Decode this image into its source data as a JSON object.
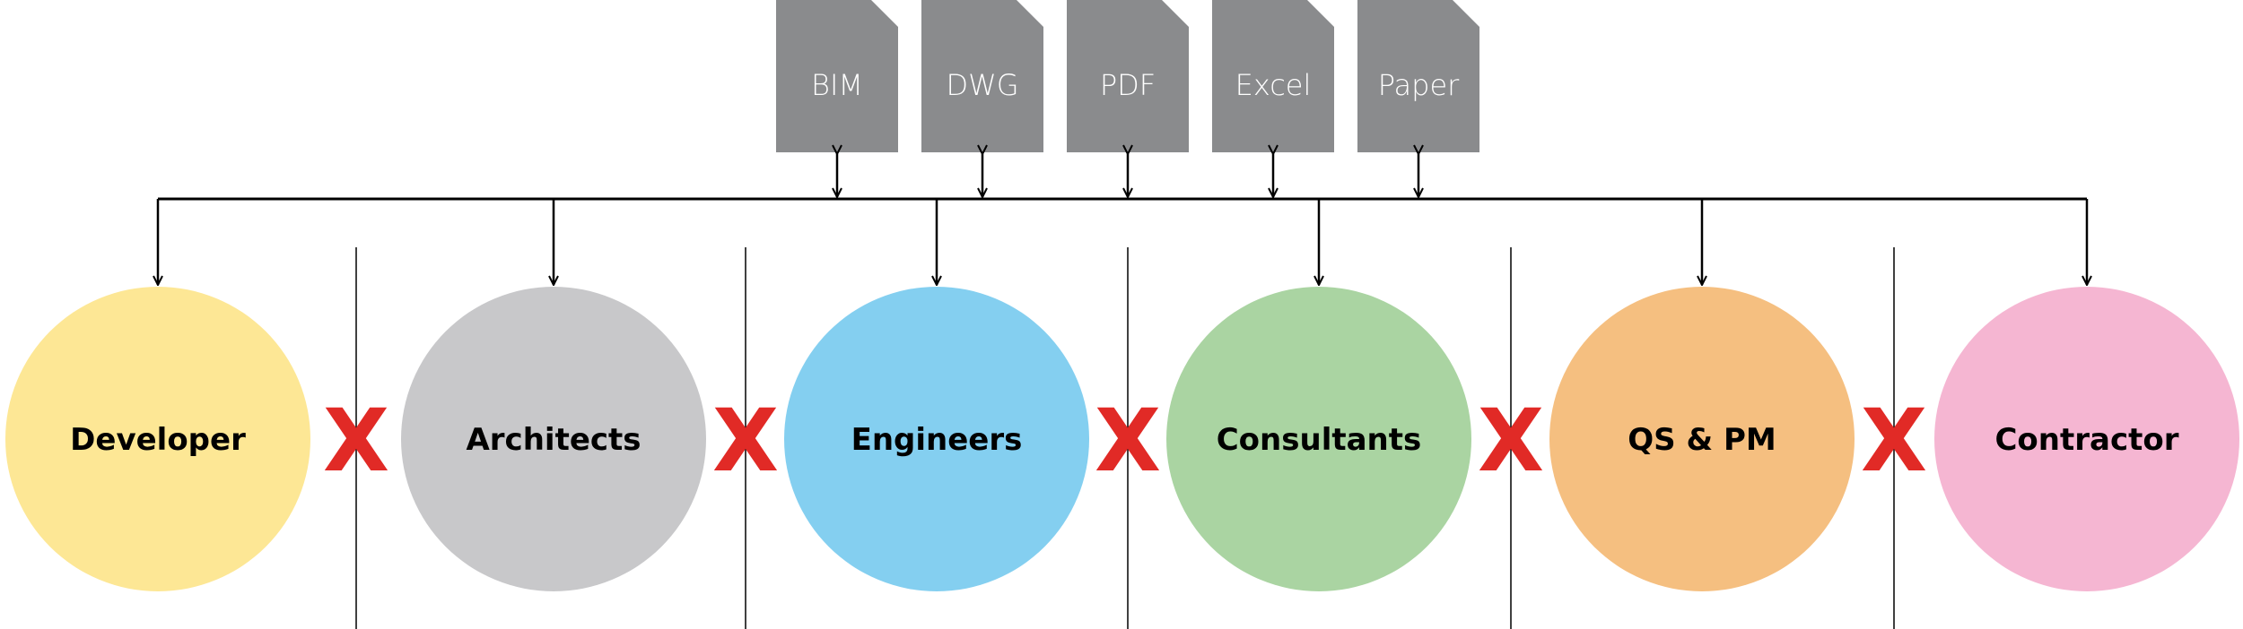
{
  "formats": [
    "BIM",
    "DWG",
    "PDF",
    "Excel",
    "Paper"
  ],
  "parties": [
    {
      "label": "Developer",
      "color": "#fde795"
    },
    {
      "label": "Architects",
      "color": "#c8c8ca"
    },
    {
      "label": "Engineers",
      "color": "#84cff0"
    },
    {
      "label": "Consultants",
      "color": "#aad4a2"
    },
    {
      "label": "QS & PM",
      "color": "#f5bf80"
    },
    {
      "label": "Contractor",
      "color": "#f5b6d2"
    }
  ],
  "separator_mark": "X",
  "colors": {
    "document": "#8a8b8d",
    "separator_mark": "#e12a26",
    "line": "#000000"
  }
}
